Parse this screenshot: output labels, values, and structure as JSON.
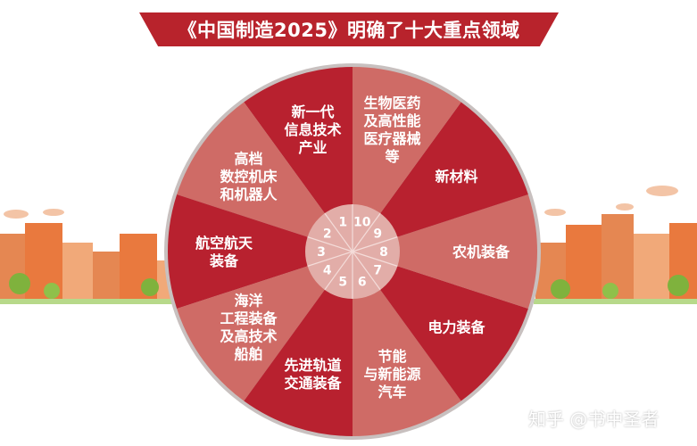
{
  "title": "《中国制造2025》明确了十大重点领域",
  "watermark": "知乎 @书中圣者",
  "colors": {
    "dark_red": "#b8212f",
    "light_red": "#cf6b66",
    "banner": "#b8232c",
    "center_fill": "#e2ada8",
    "ring": "#c8c0bf"
  },
  "sectors": [
    {
      "number": "1",
      "lines": [
        "新一代",
        "信息技术",
        "产业"
      ]
    },
    {
      "number": "2",
      "lines": [
        "高档",
        "数控机床",
        "和机器人"
      ]
    },
    {
      "number": "3",
      "lines": [
        "航空航天",
        "装备"
      ]
    },
    {
      "number": "4",
      "lines": [
        "海洋",
        "工程装备",
        "及高技术",
        "船舶"
      ]
    },
    {
      "number": "5",
      "lines": [
        "先进轨道",
        "交通装备"
      ]
    },
    {
      "number": "6",
      "lines": [
        "节能",
        "与新能源",
        "汽车"
      ]
    },
    {
      "number": "7",
      "lines": [
        "电力装备"
      ]
    },
    {
      "number": "8",
      "lines": [
        "农机装备"
      ]
    },
    {
      "number": "9",
      "lines": [
        "新材料"
      ]
    },
    {
      "number": "10",
      "lines": [
        "生物医药",
        "及高性能",
        "医疗器械",
        "等"
      ]
    }
  ]
}
